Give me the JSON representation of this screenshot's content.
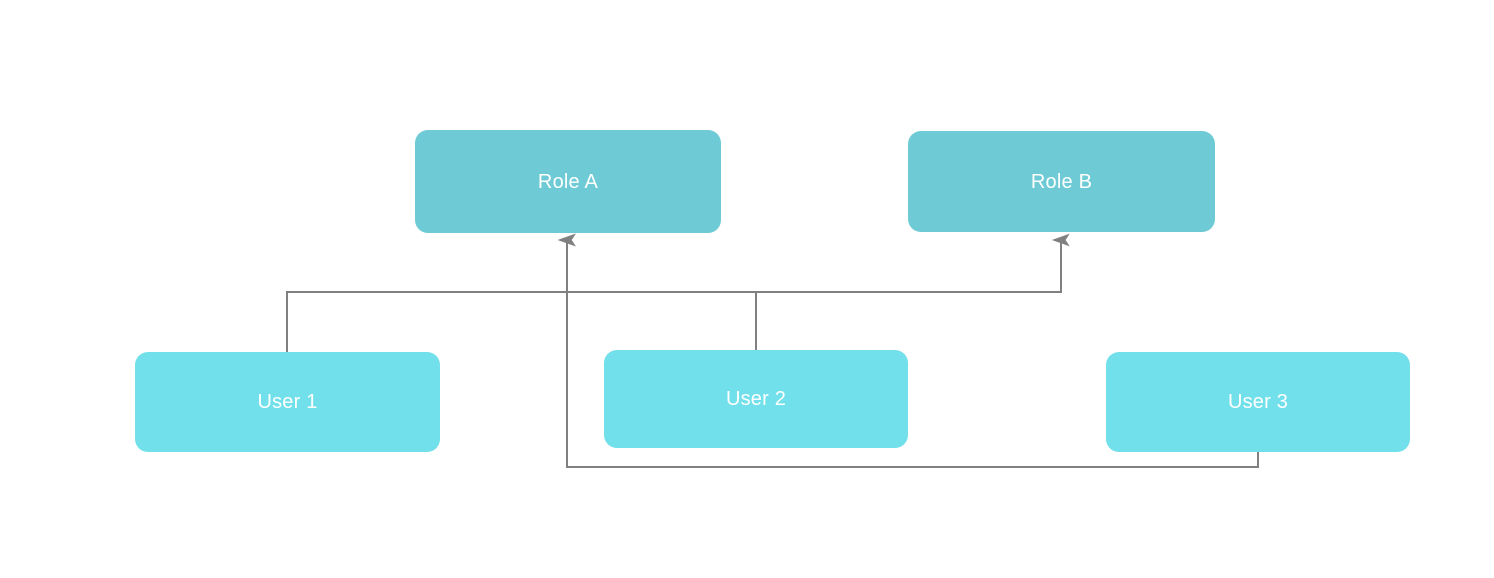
{
  "diagram": {
    "title": "",
    "type": "role-assignment-graph",
    "background_color": "#ffffff",
    "edge_color": "#808080",
    "edge_width": 2,
    "role_fill": "#6ecbd5",
    "user_fill": "#72e0ea",
    "label_color": "#ffffff",
    "nodes": [
      {
        "id": "role-a",
        "label": "Role A",
        "kind": "role",
        "fill": "#6ecbd5"
      },
      {
        "id": "role-b",
        "label": "Role B",
        "kind": "role",
        "fill": "#6ecbd5"
      },
      {
        "id": "user-1",
        "label": "User 1",
        "kind": "user",
        "fill": "#72e0ea"
      },
      {
        "id": "user-2",
        "label": "User 2",
        "kind": "user",
        "fill": "#72e0ea"
      },
      {
        "id": "user-3",
        "label": "User 3",
        "kind": "user",
        "fill": "#72e0ea"
      }
    ],
    "edges": [
      {
        "id": "edge-user1-roleb",
        "from": "user-1",
        "to": "role-b",
        "arrow": "to"
      },
      {
        "id": "edge-user2-rolea",
        "from": "user-2",
        "to": "role-a",
        "arrow": "to"
      },
      {
        "id": "edge-user3-rolea",
        "from": "user-3",
        "to": "role-a",
        "arrow": "to"
      }
    ]
  }
}
